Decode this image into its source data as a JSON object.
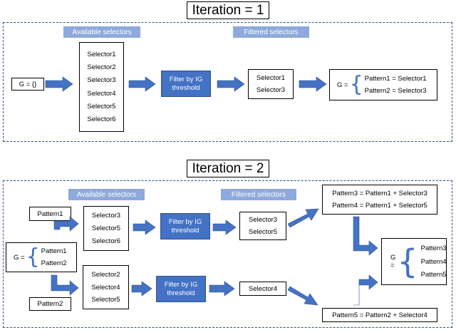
{
  "iteration1": {
    "title": "Iteration = 1",
    "available_label": "Available selectors",
    "filtered_label": "Filtered selectors",
    "g_empty": "G = {}",
    "selectors": [
      "Selector1",
      "Selector2",
      "Selector3",
      "Selector4",
      "Selector5",
      "Selector6"
    ],
    "filter_label": "Filter by IG threshold",
    "filtered": [
      "Selector1",
      "Selector3"
    ],
    "g_label": "G =",
    "patterns": [
      "Pattern1 = Selector1",
      "Pattern2 = Selector3"
    ]
  },
  "iteration2": {
    "title": "Iteration = 2",
    "available_label": "Available selectors",
    "filtered_label": "Filtered selectors",
    "pattern1": "Pattern1",
    "pattern2": "Pattern2",
    "g_label": "G =",
    "g_items": [
      "Pattern1",
      "Pattern2"
    ],
    "top_selectors": [
      "Selector3",
      "Selector5",
      "Selector6"
    ],
    "bottom_selectors": [
      "Selector2",
      "Selector4",
      "Selector5"
    ],
    "filter_label": "Filter by IG threshold",
    "top_filtered": [
      "Selector3",
      "Selector5"
    ],
    "bottom_filtered": [
      "Selector4"
    ],
    "top_result": [
      "Pattern3 = Pattern1 + Selector3",
      "Pattern4 = Pattern1 + Selector5"
    ],
    "bottom_result": "Pattern5 = Pattern2 + Selector4",
    "final_g_label": "G =",
    "final_items": [
      "Pattern3",
      "Pattern4",
      "Pattern5"
    ]
  },
  "colors": {
    "arrow": "#4472c4",
    "filter_box": "#4472c4",
    "tag": "#8ea9db",
    "panel_border": "#2f4f8f"
  }
}
